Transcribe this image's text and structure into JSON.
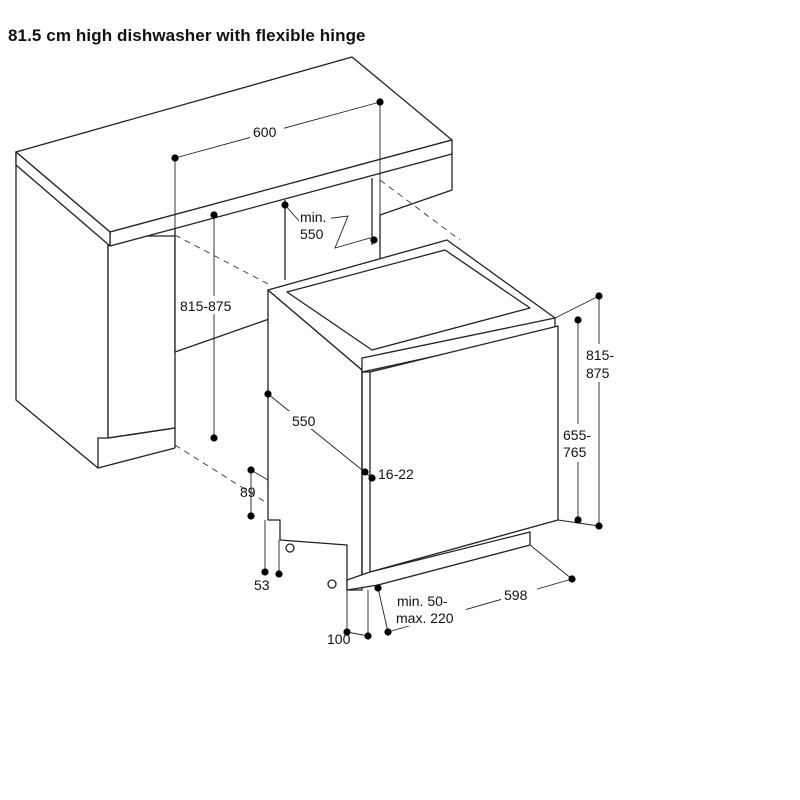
{
  "title": "81.5 cm high dishwasher with flexible hinge",
  "dimensions": {
    "counter_width": "600",
    "niche_depth_min_1": "min.",
    "niche_depth_min_2": "550",
    "niche_height": "815-875",
    "appliance_depth": "550",
    "total_height_1": "815-",
    "total_height_2": "875",
    "door_height_1": "655-",
    "door_height_2": "765",
    "hinge_gap": "16-22",
    "plinth_height": "89",
    "foot_height": "53",
    "plinth_depth": "100",
    "door_overhang_1": "min. 50-",
    "door_overhang_2": "max. 220",
    "appliance_width": "598"
  }
}
